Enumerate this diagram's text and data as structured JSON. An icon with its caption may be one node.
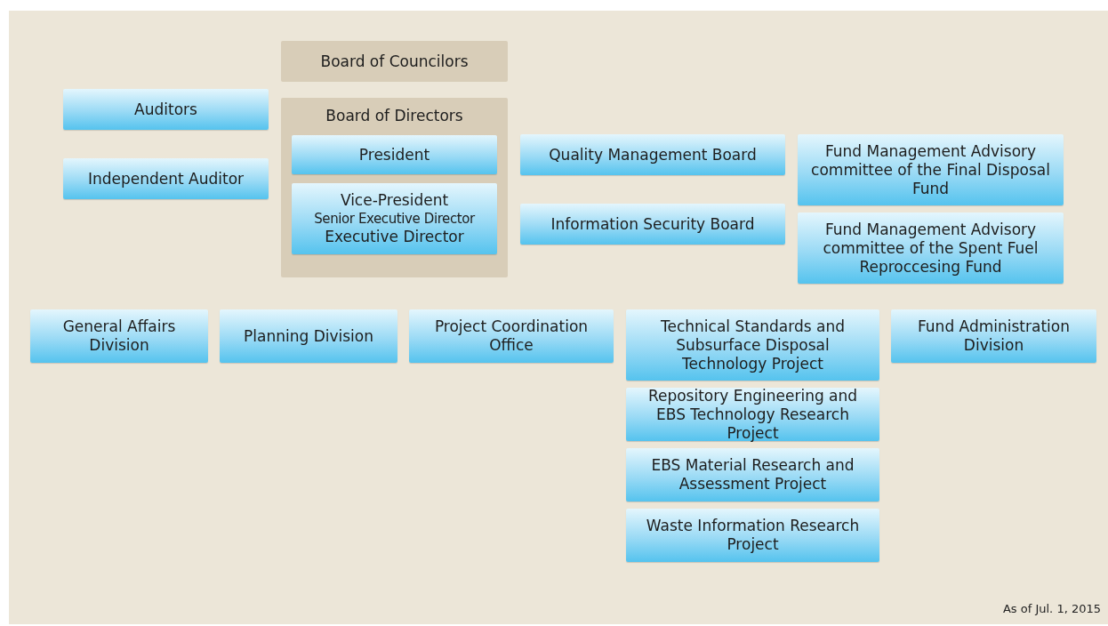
{
  "diagram": {
    "nodes": [
      {
        "text": [
          "Board of Councilors"
        ]
      },
      {
        "text": [
          "Auditors"
        ]
      },
      {
        "text": [
          "Independent Auditor"
        ]
      },
      {
        "text": [
          "Board of Directors"
        ]
      },
      {
        "text": [
          "President"
        ],
        "in": 3
      },
      {
        "text": [
          "Vice-President",
          "Senior Executive Director",
          "Executive Director"
        ],
        "in": 3
      },
      {
        "text": [
          "Quality Management Board"
        ]
      },
      {
        "text": [
          "Information Security Board"
        ]
      },
      {
        "text": [
          "Fund Management Advisory committee of the Final Disposal Fund"
        ]
      },
      {
        "text": [
          "Fund Management Advisory committee of the Spent Fuel Reproccesing Fund"
        ]
      },
      {
        "text": [
          "General Affairs Division"
        ]
      },
      {
        "text": [
          "Planning Division"
        ]
      },
      {
        "text": [
          "Project Coordination Office"
        ]
      },
      {
        "text": [
          "Technical Standards and Subsurface Disposal Technology Project"
        ]
      },
      {
        "text": [
          "Repository Engineering and EBS Technology Research Project"
        ]
      },
      {
        "text": [
          "EBS Material Research and Assessment Project"
        ]
      },
      {
        "text": [
          "Waste Information Research Project"
        ]
      },
      {
        "text": [
          "Fund Administration Division"
        ]
      }
    ],
    "labels": [
      "As of Jul. 1, 2015"
    ]
  }
}
